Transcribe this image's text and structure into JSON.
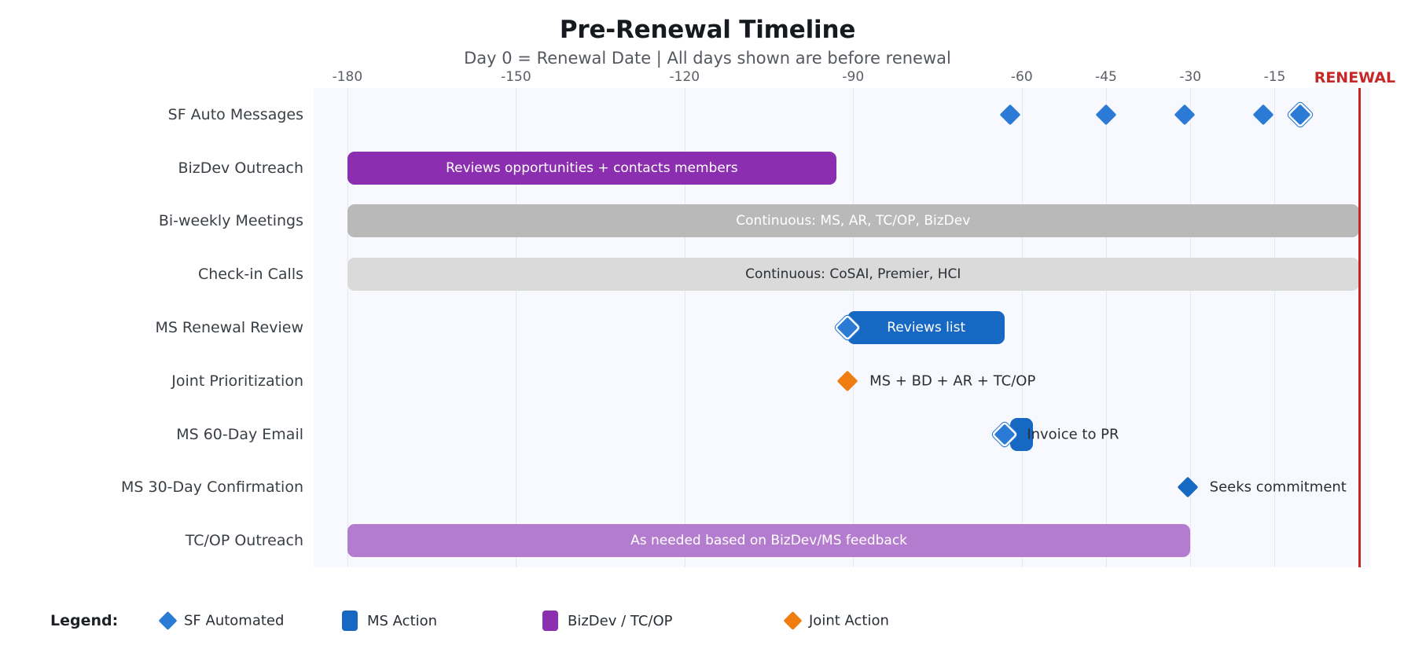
{
  "chart_data": {
    "type": "bar",
    "title": "Pre-Renewal Timeline",
    "subtitle": "Day 0 = Renewal Date | All days shown are before renewal",
    "xlabel": "",
    "ylabel": "",
    "xlim": [
      -186,
      2
    ],
    "grid": true,
    "orientation": "horizontal",
    "xticks": [
      {
        "value": -180,
        "label": "-180"
      },
      {
        "value": -150,
        "label": "-150"
      },
      {
        "value": -120,
        "label": "-120"
      },
      {
        "value": -90,
        "label": "-90"
      },
      {
        "value": -60,
        "label": "-60"
      },
      {
        "value": -45,
        "label": "-45"
      },
      {
        "value": -30,
        "label": "-30"
      },
      {
        "value": -15,
        "label": "-15"
      }
    ],
    "categories": [
      "SF Auto Messages",
      "BizDev Outreach",
      "Bi-weekly Meetings",
      "Check-in Calls",
      "MS Renewal Review",
      "Joint Prioritization",
      "MS 60-Day Email",
      "MS 30-Day Confirmation",
      "TC/OP Outreach"
    ],
    "rows": [
      {
        "label": "SF Auto Messages",
        "bar": null,
        "markers": [
          {
            "day": -62,
            "color": "#2b7bd6",
            "outlined": false,
            "text": ""
          },
          {
            "day": -45,
            "color": "#2b7bd6",
            "outlined": false,
            "text": ""
          },
          {
            "day": -31,
            "color": "#2b7bd6",
            "outlined": false,
            "text": ""
          },
          {
            "day": -17,
            "color": "#2b7bd6",
            "outlined": false,
            "text": ""
          },
          {
            "day": -10.5,
            "color": "#2b7bd6",
            "outlined": true,
            "text": ""
          }
        ]
      },
      {
        "label": "BizDev Outreach",
        "bar": {
          "start": -180,
          "end": -93,
          "color": "#8b2fb0",
          "label": "Reviews opportunities + contacts members",
          "label_color": "light",
          "label_align": "center"
        },
        "markers": []
      },
      {
        "label": "Bi-weekly Meetings",
        "bar": {
          "start": -180,
          "end": 0,
          "color": "#b9b9b9",
          "label": "Continuous: MS, AR, TC/OP, BizDev",
          "label_color": "light",
          "label_align": "center"
        },
        "markers": []
      },
      {
        "label": "Check-in Calls",
        "bar": {
          "start": -180,
          "end": 0,
          "color": "#dadada",
          "label": "Continuous: CoSAI, Premier, HCI",
          "label_color": "dark",
          "label_align": "center"
        },
        "markers": []
      },
      {
        "label": "MS Renewal Review",
        "bar": {
          "start": -91,
          "end": -63,
          "color": "#1668c3",
          "label": "Reviews list",
          "label_color": "light",
          "label_align": "center"
        },
        "markers": [
          {
            "day": -91,
            "color": "#2b7bd6",
            "outlined": true,
            "text": ""
          }
        ]
      },
      {
        "label": "Joint Prioritization",
        "bar": null,
        "markers": [
          {
            "day": -91,
            "color": "#ef7d10",
            "outlined": false,
            "text": "MS + BD + AR + TC/OP"
          }
        ]
      },
      {
        "label": "MS 60-Day Email",
        "bar": {
          "start": -62,
          "end": -58,
          "color": "#1668c3",
          "label": "",
          "label_color": "light",
          "label_align": "center"
        },
        "markers": [
          {
            "day": -63,
            "color": "#2b7bd6",
            "outlined": true,
            "text": "Invoice to PR"
          }
        ]
      },
      {
        "label": "MS 30-Day Confirmation",
        "bar": null,
        "markers": [
          {
            "day": -30.5,
            "color": "#1668c3",
            "outlined": false,
            "text": "Seeks commitment"
          }
        ]
      },
      {
        "label": "TC/OP Outreach",
        "bar": {
          "start": -180,
          "end": -30,
          "color": "#b47cce",
          "label": "As needed based on BizDev/MS feedback",
          "label_color": "light",
          "label_align": "center"
        },
        "markers": []
      }
    ],
    "renewal_marker": {
      "day": 0,
      "label": "RENEWAL",
      "color": "#c62828"
    },
    "legend": {
      "title": "Legend:",
      "position": "bottom",
      "entries": [
        {
          "label": "SF Automated",
          "color": "#2b7bd6",
          "shape": "diamond"
        },
        {
          "label": "MS Action",
          "color": "#1668c3",
          "shape": "rect"
        },
        {
          "label": "BizDev / TC/OP",
          "color": "#8b2fb0",
          "shape": "rect"
        },
        {
          "label": "Joint Action",
          "color": "#ef7d10",
          "shape": "diamond"
        }
      ]
    },
    "colors": {
      "sf_automated": "#2b7bd6",
      "ms_action": "#1668c3",
      "bizdev": "#8b2fb0",
      "joint_action": "#ef7d10",
      "continuous_dark": "#b9b9b9",
      "continuous_light": "#dadada",
      "tcop": "#b47cce",
      "renewal": "#c62828",
      "plot_background": "#f8f9fe"
    }
  }
}
